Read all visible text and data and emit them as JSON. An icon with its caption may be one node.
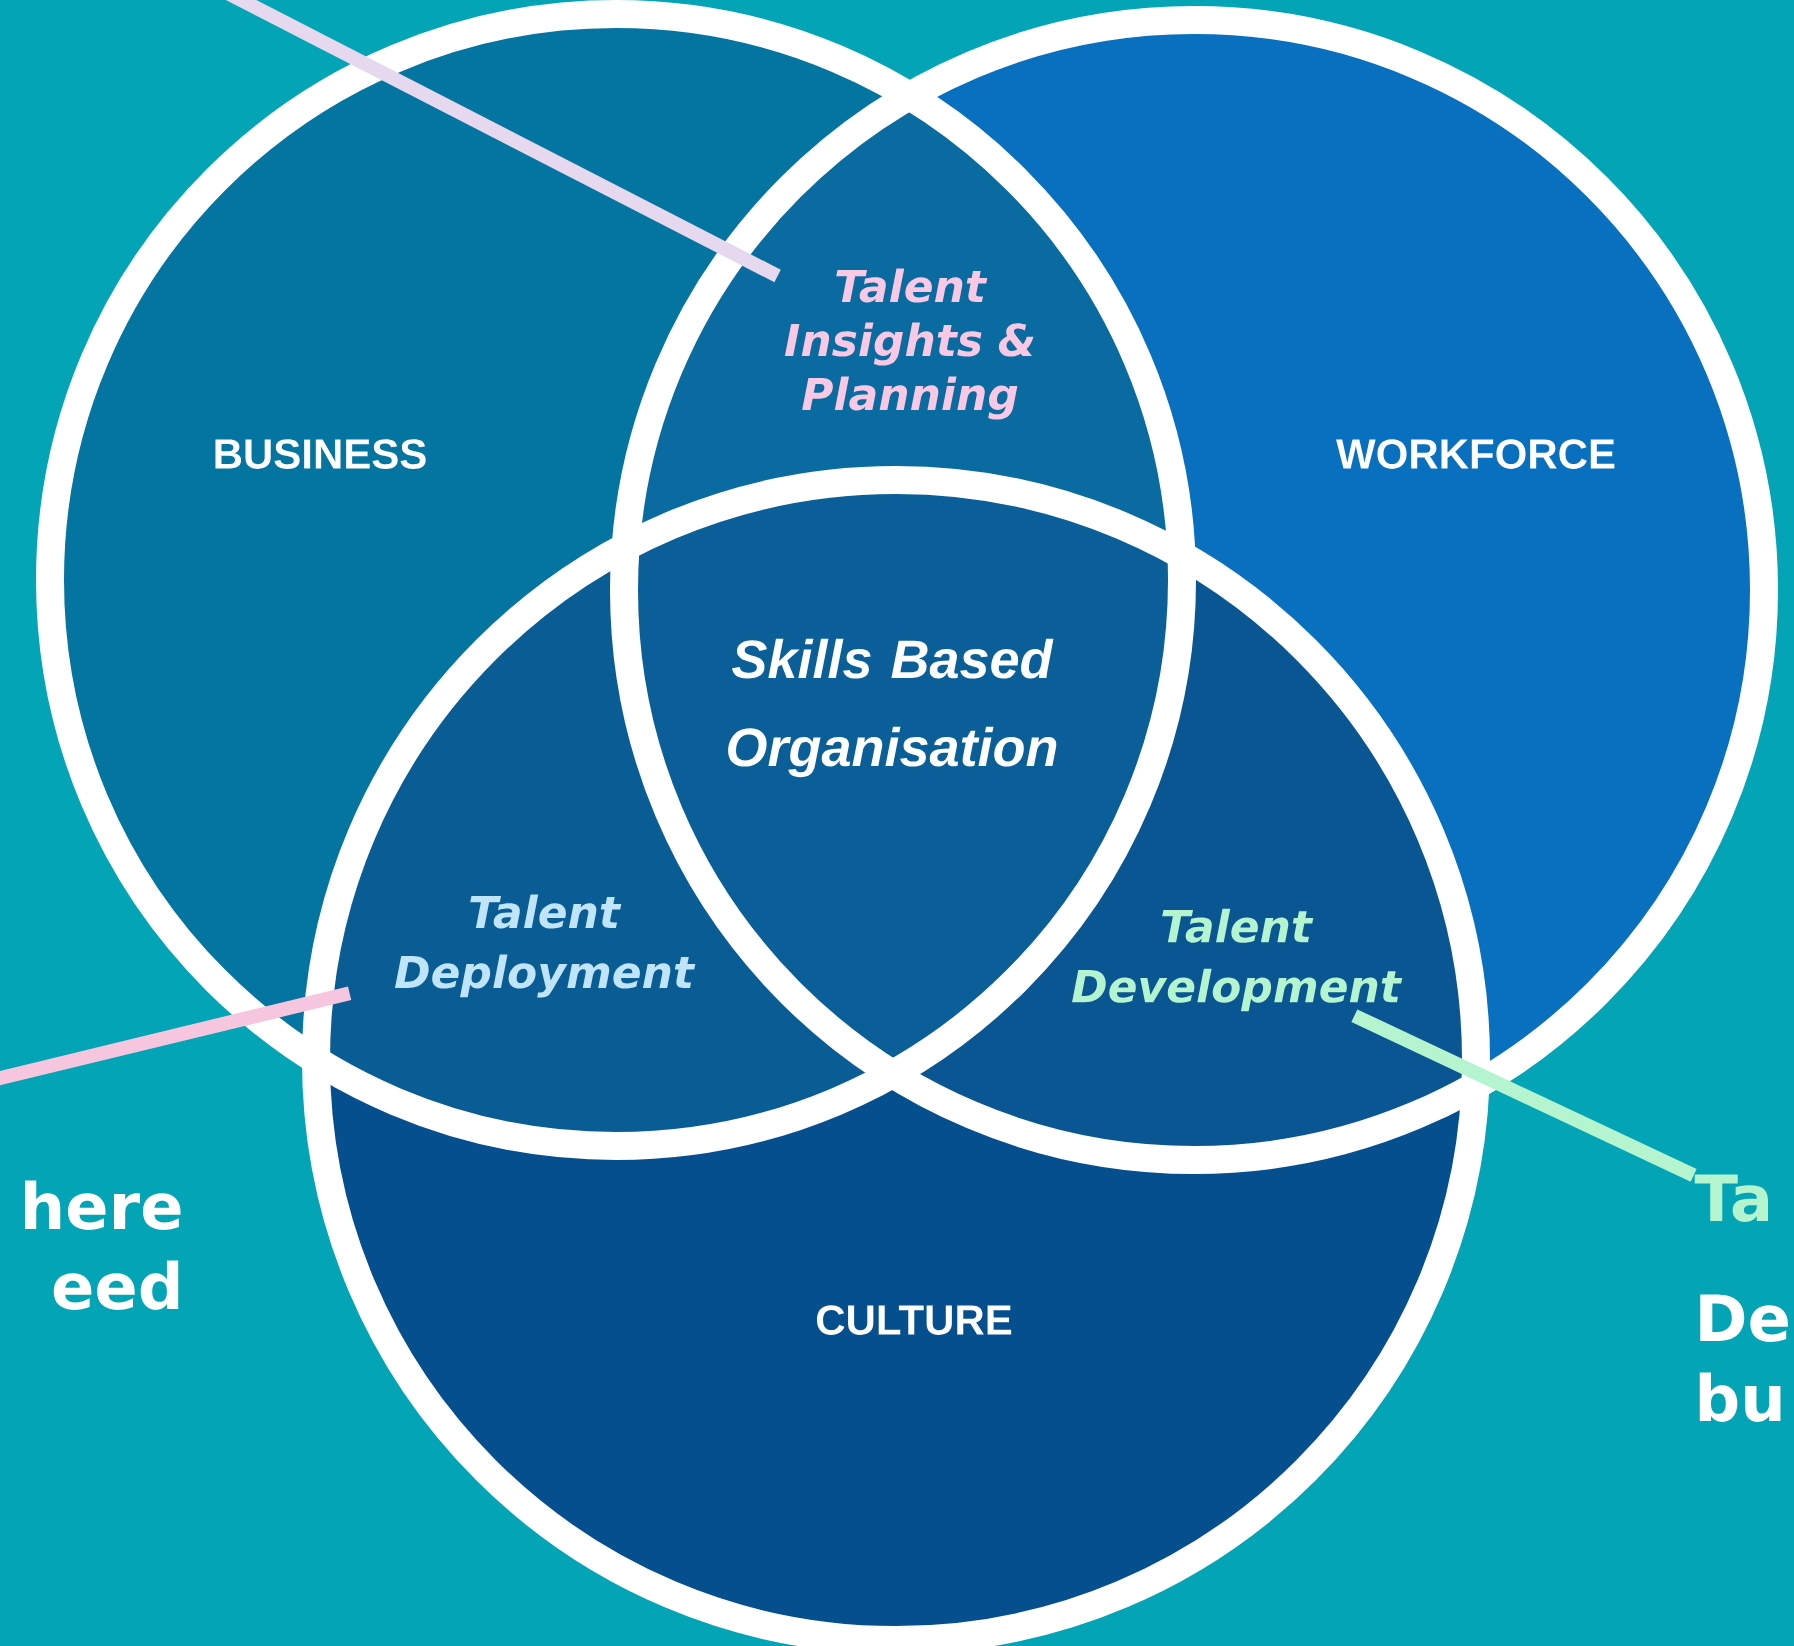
{
  "diagram": {
    "nodes": [
      {
        "text": [
          "BUSINESS"
        ]
      },
      {
        "text": [
          "WORKFORCE"
        ]
      },
      {
        "text": [
          "CULTURE"
        ]
      },
      {
        "text": [
          "Talent Insights & Planning"
        ]
      },
      {
        "text": [
          "Skills Based Organisation"
        ]
      },
      {
        "text": [
          "Talent Deployment"
        ]
      },
      {
        "text": [
          "Talent Development"
        ]
      },
      {
        "text": [
          "Ta",
          "De bu"
        ]
      }
    ],
    "edges": [
      {
        "from": null,
        "to": 3,
        "arrow": "none",
        "color": "#e6d8ee"
      },
      {
        "from": null,
        "to": 5,
        "arrow": "none",
        "color": "#f6c6de"
      },
      {
        "from": 7,
        "to": 6,
        "arrow": "none",
        "color": "#b4f5d0"
      }
    ],
    "labels": [
      "here eed"
    ]
  }
}
